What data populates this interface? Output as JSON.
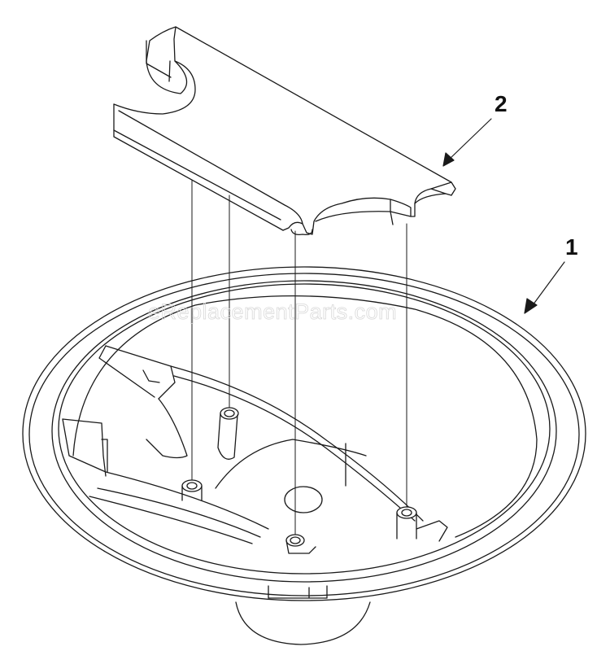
{
  "diagram": {
    "type": "exploded-parts-view",
    "line_color": "#1a1a1a",
    "background": "#ffffff",
    "parts": [
      {
        "number": "1",
        "label": "1",
        "description": "bowl / housing"
      },
      {
        "number": "2",
        "label": "2",
        "description": "top bracket / cover"
      }
    ],
    "watermark": "eReplacementParts.com"
  }
}
